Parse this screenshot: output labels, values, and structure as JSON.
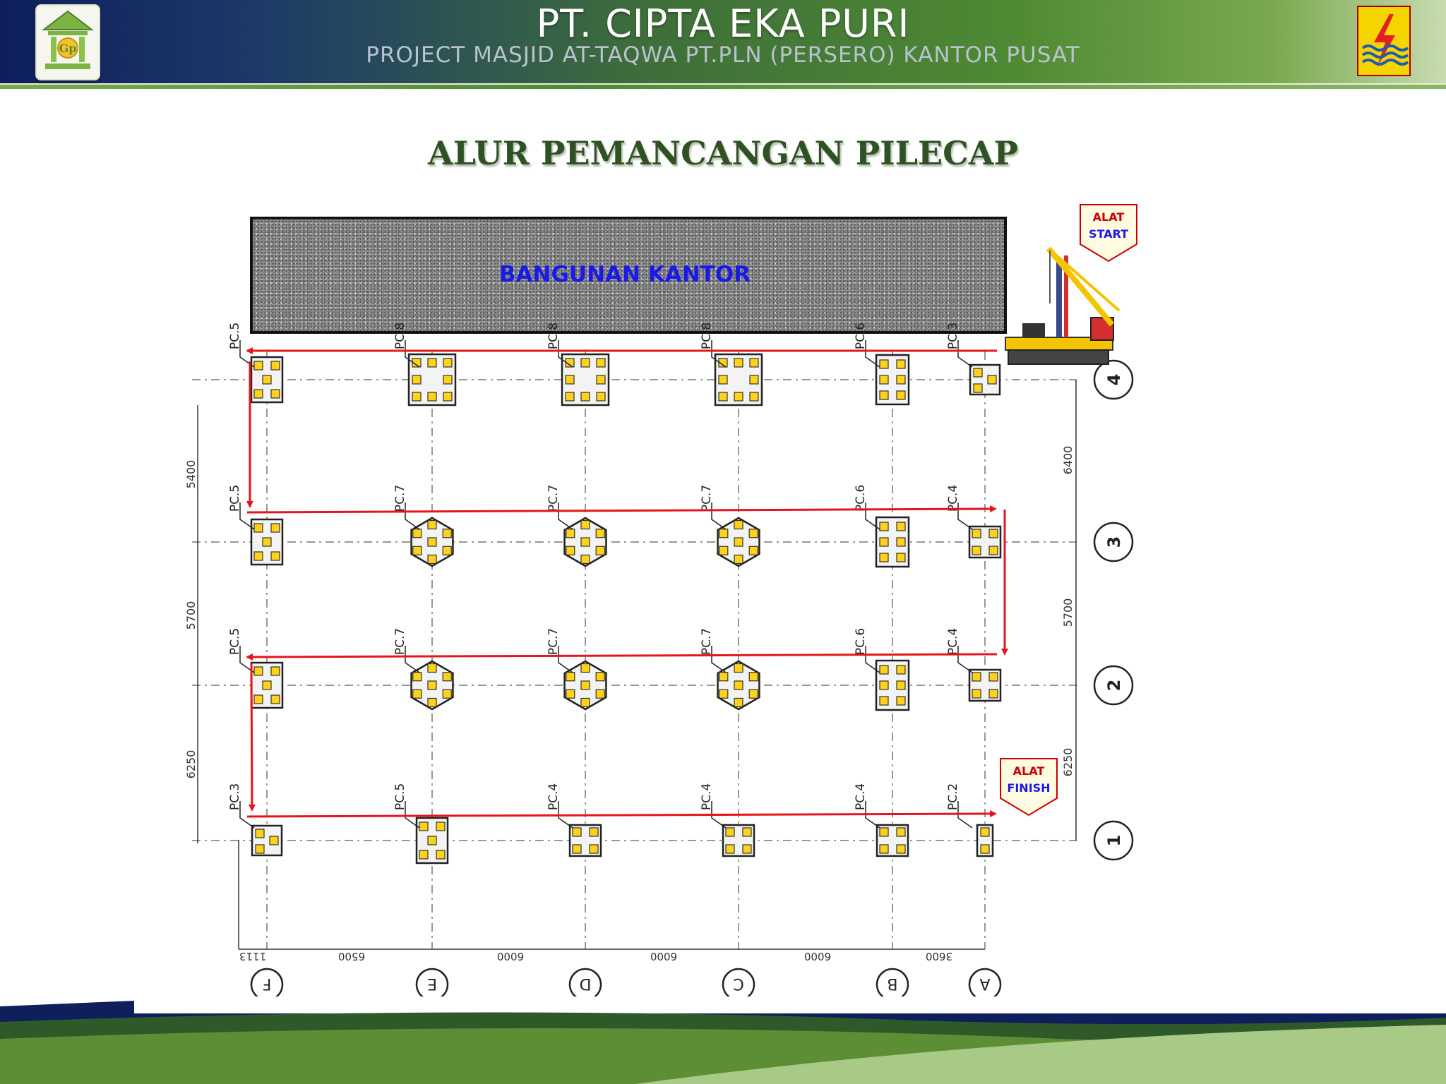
{
  "header": {
    "company": "PT. CIPTA EKA PURI",
    "project": "PROJECT MASJID AT-TAQWA PT.PLN (PERSERO) KANTOR PUSAT",
    "logo_left_text": "Gp"
  },
  "title": "ALUR PEMANCANGAN PILECAP",
  "building_label": "BANGUNAN KANTOR",
  "tags": {
    "start": {
      "line1": "ALAT",
      "line2": "START"
    },
    "finish": {
      "line1": "ALAT",
      "line2": "FINISH"
    }
  },
  "grid": {
    "columns": [
      "F",
      "E",
      "D",
      "C",
      "B",
      "A"
    ],
    "rows": [
      "4",
      "3",
      "2",
      "1"
    ],
    "column_spacings": [
      "1113",
      "6500",
      "6000",
      "6000",
      "6000",
      "3600"
    ],
    "row_spacings_left": [
      "5400",
      "5700",
      "6250"
    ],
    "row_spacings_right": [
      "6400",
      "5700",
      "6250"
    ]
  },
  "pilecaps": {
    "row4": [
      "PC.5",
      "PC.8",
      "PC.8",
      "PC.8",
      "PC.6",
      "PC.3"
    ],
    "row3": [
      "PC.5",
      "PC.7",
      "PC.7",
      "PC.7",
      "PC.6",
      "PC.4"
    ],
    "row2": [
      "PC.5",
      "PC.7",
      "PC.7",
      "PC.7",
      "PC.6",
      "PC.4"
    ],
    "row1": [
      "PC.3",
      "PC.5",
      "PC.4",
      "PC.4",
      "PC.4",
      "PC.2"
    ]
  },
  "colors": {
    "arrow": "#e8141c",
    "pile": "#ffd21a",
    "title": "#2f5224",
    "building_label": "#1a1ae8",
    "tag_red": "#cc0000",
    "tag_blue": "#1a1ae8"
  }
}
